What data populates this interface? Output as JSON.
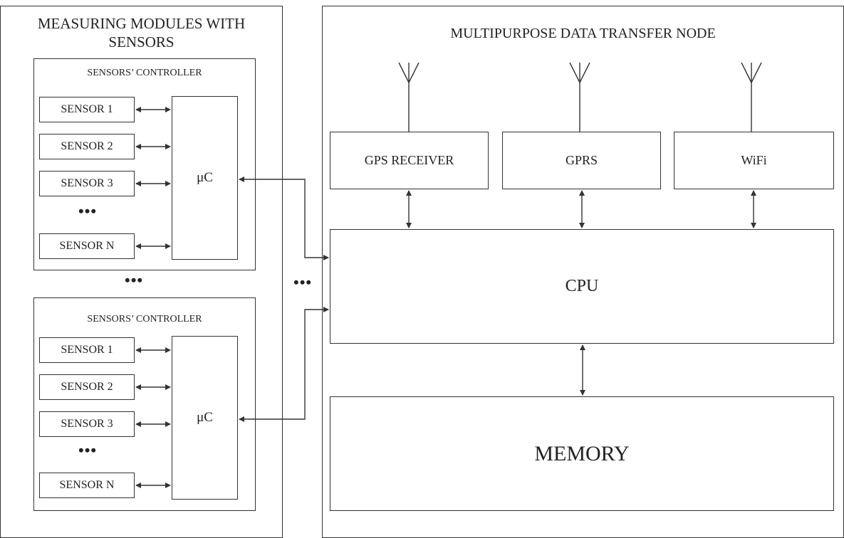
{
  "left_panel": {
    "title_line1": "MEASURING MODULES WITH",
    "title_line2": "SENSORS",
    "ellipsis_between_modules": "•••",
    "modules": [
      {
        "controller_label": "SENSORS’ CONTROLLER",
        "mcu_label": "μC",
        "sensors": [
          "SENSOR 1",
          "SENSOR  2",
          "SENSOR  3"
        ],
        "ellipsis": "•••",
        "last_sensor": "SENSOR N"
      },
      {
        "controller_label": "SENSORS’ CONTROLLER",
        "mcu_label": "μC",
        "sensors": [
          "SENSOR 1",
          "SENSOR  2",
          "SENSOR  3"
        ],
        "ellipsis": "•••",
        "last_sensor": "SENSOR N"
      }
    ]
  },
  "link_ellipsis": "•••",
  "right_panel": {
    "title": "MULTIPURPOSE DATA TRANSFER NODE",
    "radios": [
      "GPS RECEIVER",
      "GPRS",
      "WiFi"
    ],
    "cpu_label": "CPU",
    "memory_label": "MEMORY"
  }
}
